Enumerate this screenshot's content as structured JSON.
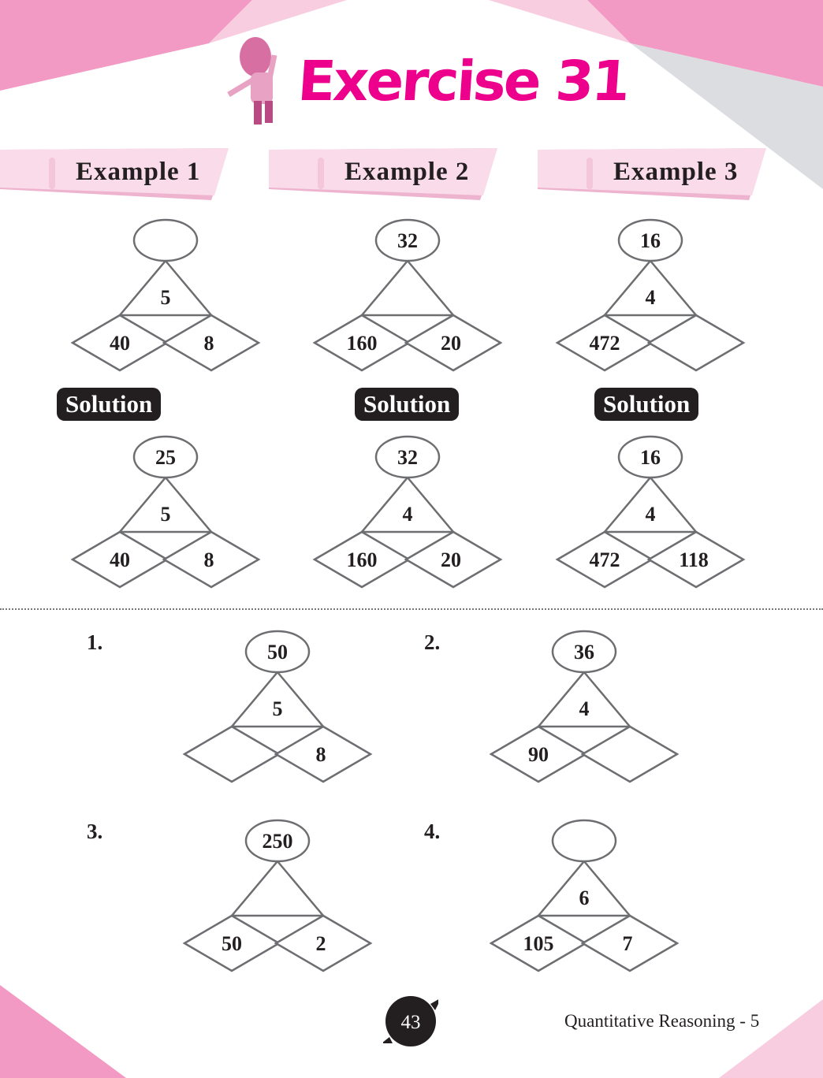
{
  "header": {
    "title": "Exercise 31"
  },
  "examples": [
    {
      "label": "Example 1",
      "problem": {
        "top": "",
        "middle": "5",
        "left": "40",
        "right": "8"
      },
      "solution_label": "Solution",
      "solution": {
        "top": "25",
        "middle": "5",
        "left": "40",
        "right": "8"
      }
    },
    {
      "label": "Example 2",
      "problem": {
        "top": "32",
        "middle": "",
        "left": "160",
        "right": "20"
      },
      "solution_label": "Solution",
      "solution": {
        "top": "32",
        "middle": "4",
        "left": "160",
        "right": "20"
      }
    },
    {
      "label": "Example 3",
      "problem": {
        "top": "16",
        "middle": "4",
        "left": "472",
        "right": ""
      },
      "solution_label": "Solution",
      "solution": {
        "top": "16",
        "middle": "4",
        "left": "472",
        "right": "118"
      }
    }
  ],
  "questions": [
    {
      "number": "1.",
      "top": "50",
      "middle": "5",
      "left": "",
      "right": "8"
    },
    {
      "number": "2.",
      "top": "36",
      "middle": "4",
      "left": "90",
      "right": ""
    },
    {
      "number": "3.",
      "top": "250",
      "middle": "",
      "left": "50",
      "right": "2"
    },
    {
      "number": "4.",
      "top": "",
      "middle": "6",
      "left": "105",
      "right": "7"
    }
  ],
  "footer": {
    "page_number": "43",
    "book_title": "Quantitative Reasoning - 5"
  },
  "colors": {
    "accent": "#ec008c",
    "pink": "#f39ac4",
    "light_pink": "#f8cde0",
    "grey": "#dcdde0"
  }
}
